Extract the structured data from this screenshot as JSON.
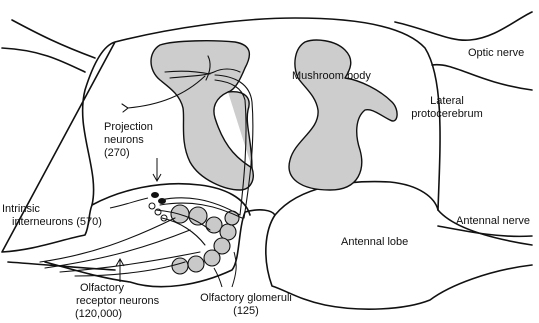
{
  "labels": {
    "optic_nerve": "Optic nerve",
    "mushroom_body": "Mushroom body",
    "lateral_protocerebrum_1": "Lateral",
    "lateral_protocerebrum_2": "protocerebrum",
    "projection_neurons_1": "Projection",
    "projection_neurons_2": "neurons",
    "projection_neurons_3": "(270)",
    "intrinsic_interneurons_1": "Intrinsic",
    "intrinsic_interneurons_2": "interneurons (570)",
    "antennal_nerve": "Antennal nerve",
    "antennal_lobe": "Antennal lobe",
    "olfactory_receptor_neurons_1": "Olfactory",
    "olfactory_receptor_neurons_2": "receptor neurons",
    "olfactory_receptor_neurons_3": "(120,000)",
    "olfactory_glomeruli_1": "Olfactory glomeruli",
    "olfactory_glomeruli_2": "(125)"
  },
  "colors": {
    "mushroom_body_fill": "#cdcdcd",
    "glomerulus_fill": "#c9c9c9",
    "line": "#111111"
  }
}
